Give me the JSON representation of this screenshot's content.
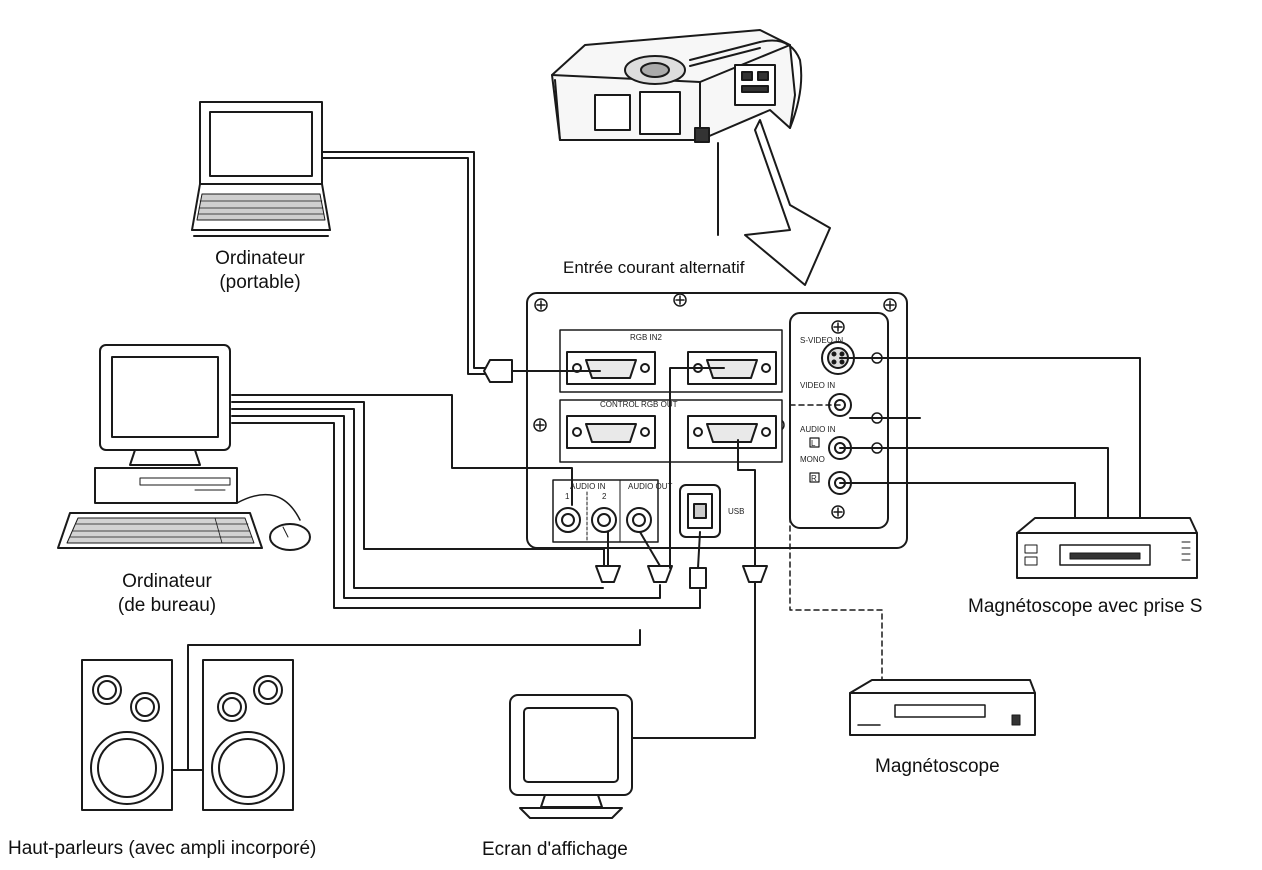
{
  "labels": {
    "laptop": "Ordinateur",
    "laptop_sub": "(portable)",
    "desktop": "Ordinateur",
    "desktop_sub": "(de bureau)",
    "speakers": "Haut-parleurs (avec ampli incorporé)",
    "display": "Ecran d'affichage",
    "vcr": "Magnétoscope",
    "svcr": "Magnétoscope avec prise S",
    "ac_input": "Entrée courant alternatif"
  },
  "panel": {
    "rgb_in": "RGB IN2",
    "control": "CONTROL RGB OUT",
    "audio_in": "AUDIO IN",
    "audio_in_1": "1",
    "audio_in_2": "2",
    "audio_out": "AUDIO OUT",
    "usb": "USB",
    "svideo_in": "S-VIDEO IN",
    "video_in": "VIDEO IN",
    "audio_in_right": "AUDIO IN",
    "mono": "MONO",
    "l": "L",
    "r": "R"
  }
}
